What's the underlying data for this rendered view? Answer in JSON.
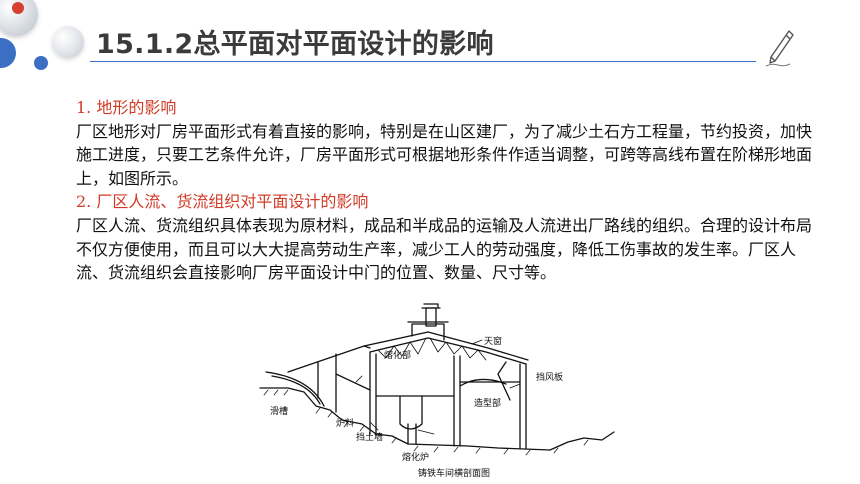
{
  "slide": {
    "title": "15.1.2总平面对平面设计的影响",
    "sections": [
      {
        "heading": "1. 地形的影响",
        "text": "厂区地形对厂房平面形式有着直接的影响，特别是在山区建厂，为了减少土石方工程量，节约投资，加快施工进度，只要工艺条件允许，厂房平面形式可根据地形条件作适当调整，可跨等高线布置在阶梯形地面上，如图所示。"
      },
      {
        "heading": "2. 厂区人流、货流组织对平面设计的影响",
        "text": "厂区人流、货流组织具体表现为原材料，成品和半成品的运输及人流进出厂路线的组织。合理的设计布局不仅方便使用，而且可以大大提高劳动生产率，减少工人的劳动强度，降低工伤事故的发生率。厂区人流、货流组织会直接影响厂房平面设计中门的位置、数量、尺寸等。"
      }
    ]
  },
  "figure": {
    "caption": "铸铁车间横剖面图",
    "labels": {
      "skylight": "天窗",
      "melting_dept": "熔化部",
      "molding_dept": "造型部",
      "wind_board": "挡风板",
      "chute": "滑槽",
      "charge": "炉料",
      "retaining_wall": "挡土墙",
      "furnace": "熔化炉"
    }
  },
  "colors": {
    "accent_blue": "#3a6fc4",
    "accent_red": "#d23a26",
    "title_text": "#3b3b3b"
  }
}
